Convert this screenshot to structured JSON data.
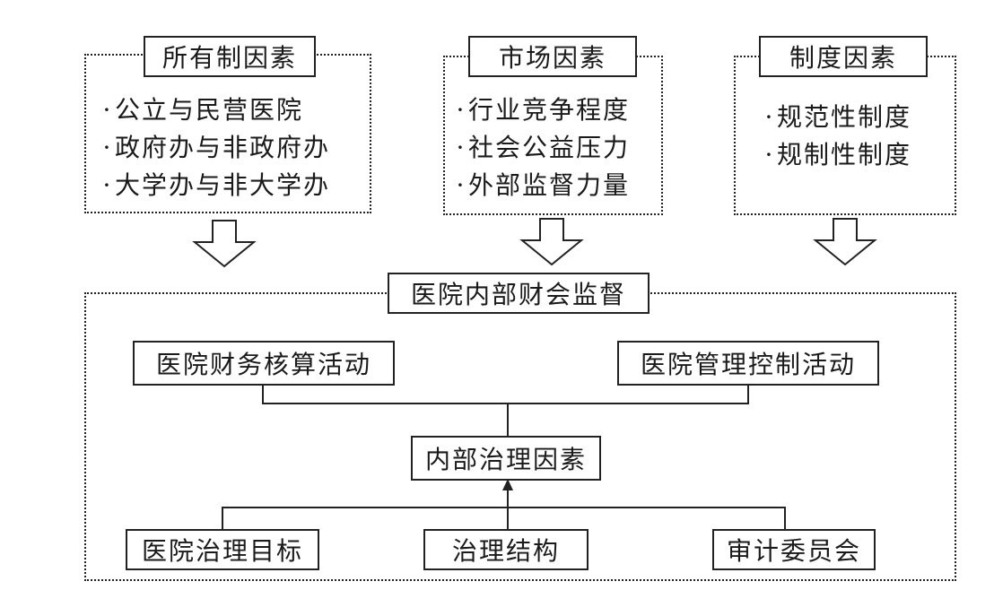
{
  "top_boxes": [
    {
      "title": "所有制因素",
      "items": [
        "公立与民营医院",
        "政府办与非政府办",
        "大学办与非大学办"
      ]
    },
    {
      "title": "市场因素",
      "items": [
        "行业竞争程度",
        "社会公益压力",
        "外部监督力量"
      ]
    },
    {
      "title": "制度因素",
      "items": [
        "规范性制度",
        "规制性制度"
      ]
    }
  ],
  "main": {
    "title": "医院内部财会监督",
    "activities": [
      "医院财务核算活动",
      "医院管理控制活动"
    ],
    "core": "内部治理因素",
    "factors": [
      "医院治理目标",
      "治理结构",
      "审计委员会"
    ]
  },
  "bullet_char": "·"
}
